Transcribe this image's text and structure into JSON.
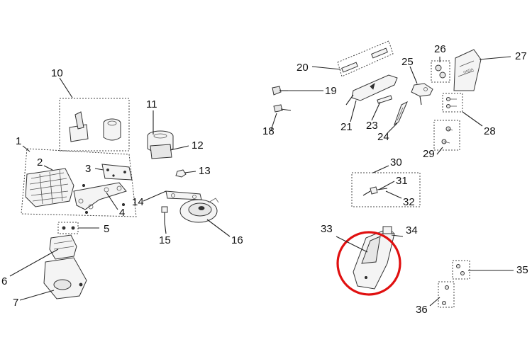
{
  "callouts": [
    {
      "id": "c1",
      "label": "1"
    },
    {
      "id": "c2",
      "label": "2"
    },
    {
      "id": "c3",
      "label": "3"
    },
    {
      "id": "c4",
      "label": "4"
    },
    {
      "id": "c5",
      "label": "5"
    },
    {
      "id": "c6",
      "label": "6"
    },
    {
      "id": "c7",
      "label": "7"
    },
    {
      "id": "c10",
      "label": "10"
    },
    {
      "id": "c11",
      "label": "11"
    },
    {
      "id": "c12",
      "label": "12"
    },
    {
      "id": "c13",
      "label": "13"
    },
    {
      "id": "c14",
      "label": "14"
    },
    {
      "id": "c15",
      "label": "15"
    },
    {
      "id": "c16",
      "label": "16"
    },
    {
      "id": "c18",
      "label": "18"
    },
    {
      "id": "c19",
      "label": "19"
    },
    {
      "id": "c20",
      "label": "20"
    },
    {
      "id": "c21",
      "label": "21"
    },
    {
      "id": "c23",
      "label": "23"
    },
    {
      "id": "c24",
      "label": "24"
    },
    {
      "id": "c25",
      "label": "25"
    },
    {
      "id": "c26",
      "label": "26"
    },
    {
      "id": "c27",
      "label": "27"
    },
    {
      "id": "c28",
      "label": "28"
    },
    {
      "id": "c29",
      "label": "29"
    },
    {
      "id": "c30",
      "label": "30"
    },
    {
      "id": "c31",
      "label": "31"
    },
    {
      "id": "c32",
      "label": "32"
    },
    {
      "id": "c33",
      "label": "33"
    },
    {
      "id": "c34",
      "label": "34"
    },
    {
      "id": "c35",
      "label": "35"
    },
    {
      "id": "c36",
      "label": "36"
    }
  ],
  "highlight": {
    "color": "#e01010",
    "target": "33"
  }
}
